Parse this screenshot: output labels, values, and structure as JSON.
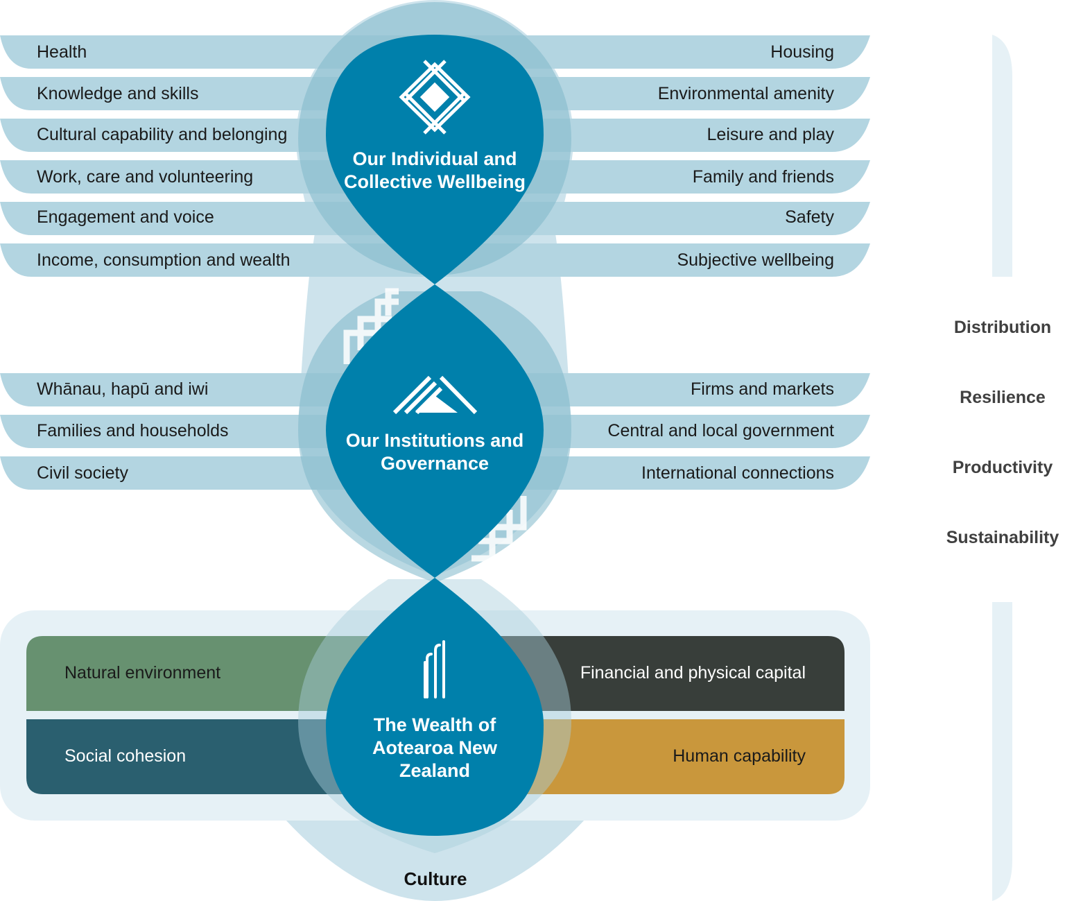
{
  "wellbeing": {
    "title": "Our Individual and Collective Wellbeing",
    "left_items": [
      "Health",
      "Knowledge and skills",
      "Cultural capability and belonging",
      "Work, care and volunteering",
      "Engagement and voice",
      "Income, consumption and wealth"
    ],
    "right_items": [
      "Housing",
      "Environmental amenity",
      "Leisure and play",
      "Family and friends",
      "Safety",
      "Subjective wellbeing"
    ]
  },
  "institutions": {
    "title": "Our Institutions and Governance",
    "left_items": [
      "Whānau, hapū and iwi",
      "Families and households",
      "Civil society"
    ],
    "right_items": [
      "Firms and markets",
      "Central and local government",
      "International connections"
    ]
  },
  "wealth": {
    "title": "The Wealth of Aotearoa New Zealand",
    "quadrants": {
      "top_left": "Natural environment",
      "top_right": "Financial and physical capital",
      "bottom_left": "Social cohesion",
      "bottom_right": "Human capability"
    }
  },
  "culture_label": "Culture",
  "side_dimensions": [
    "Distribution",
    "Resilience",
    "Productivity",
    "Sustainability"
  ],
  "colors": {
    "band": "#b3d5e1",
    "band_dark": "#8fc1d2",
    "halo": "#cde3ec",
    "halo_light": "#e6f1f6",
    "core": "#0080ab",
    "natural": "#679170",
    "financial": "#383e3a",
    "social": "#2a5f6f",
    "human": "#c9973c"
  },
  "icons": [
    "diamond-pattern-icon",
    "roof-icon",
    "fern-icon"
  ]
}
